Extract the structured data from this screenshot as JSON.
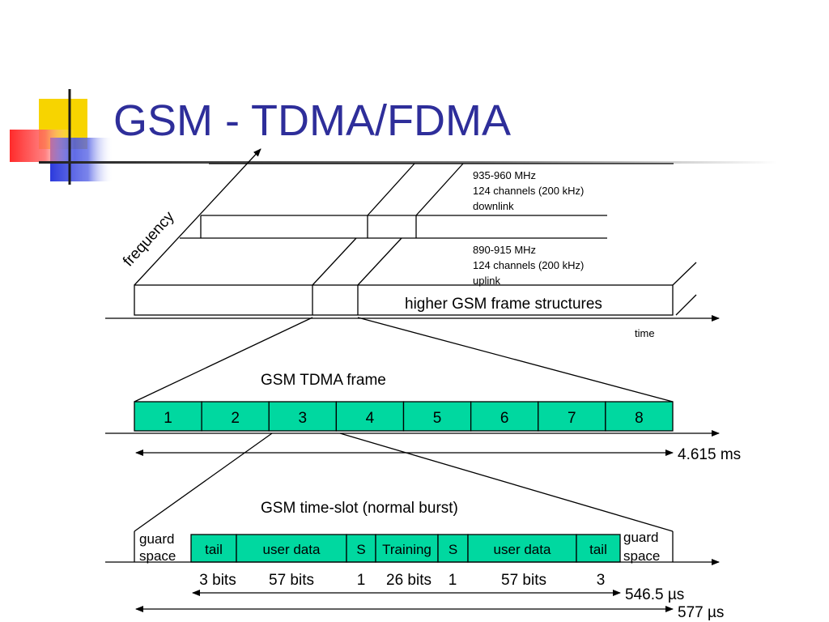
{
  "slide": {
    "title": "GSM - TDMA/FDMA"
  },
  "top_diagram": {
    "axis_frequency": "frequency",
    "axis_time": "time",
    "downlink": {
      "band": "935-960 MHz",
      "channels": "124 channels (200 kHz)",
      "direction": "downlink"
    },
    "uplink": {
      "band": "890-915 MHz",
      "channels": "124 channels (200 kHz)",
      "direction": "uplink"
    },
    "frame_label": "higher GSM frame structures"
  },
  "tdma_frame": {
    "title": "GSM TDMA frame",
    "slots": [
      "1",
      "2",
      "3",
      "4",
      "5",
      "6",
      "7",
      "8"
    ],
    "duration": "4.615 ms"
  },
  "time_slot": {
    "title": "GSM time-slot (normal burst)",
    "guard_left": [
      "guard",
      "space"
    ],
    "guard_right": [
      "guard",
      "space"
    ],
    "fields": [
      "tail",
      "user data",
      "S",
      "Training",
      "S",
      "user data",
      "tail"
    ],
    "bits": [
      "3 bits",
      "57 bits",
      "1",
      "26 bits",
      "1",
      "57 bits",
      "3"
    ],
    "burst_duration": "546.5 µs",
    "slot_duration": "577 µs"
  },
  "colors": {
    "title": "#2e2e9a",
    "slot_fill": "#00d8a0",
    "logo_yellow": "#f7d400",
    "logo_red": "#ff3b3b",
    "logo_blue": "#2c3adc"
  }
}
